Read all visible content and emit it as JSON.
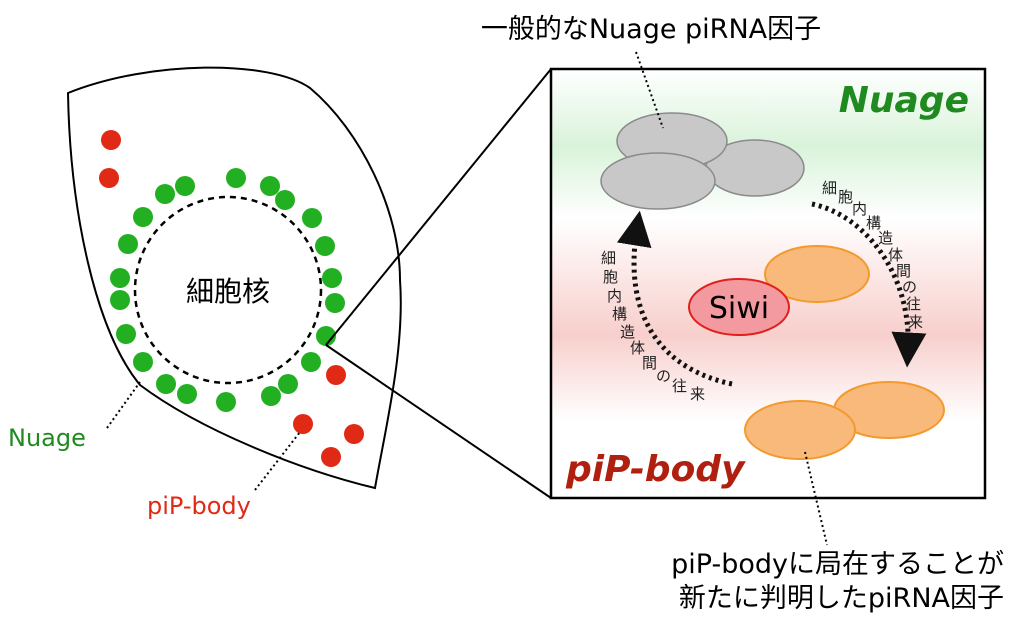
{
  "labels": {
    "top_callout": "一般的なNuage piRNA因子",
    "nucleus": "細胞核",
    "nuage_left": "Nuage",
    "pipbody_left": "piP-body",
    "nuage_zoom": "Nuage",
    "pipbody_zoom": "piP-body",
    "siwi": "Siwi",
    "bottom_callout_line1": "piP-bodyに局在することが",
    "bottom_callout_line2": "新たに判明したpiRNA因子",
    "traffic_right": [
      "細",
      "胞",
      "内",
      "構",
      "造",
      "体",
      "間",
      "の",
      "往",
      "来"
    ],
    "traffic_left": [
      "細",
      "胞",
      "内",
      "構",
      "造",
      "体",
      "間",
      "の",
      "往",
      "来"
    ]
  },
  "colors": {
    "nuage_green": "#1f8a1f",
    "granule_green": "#22b022",
    "pipbody_red": "#e02a16",
    "pipbody_title_red": "#b02010",
    "orange_fill": "#f9b97a",
    "orange_stroke": "#f39a2e",
    "gray_fill": "#c8c8c8",
    "siwi_fill": "#f39aa0",
    "siwi_stroke": "#e0201c"
  }
}
